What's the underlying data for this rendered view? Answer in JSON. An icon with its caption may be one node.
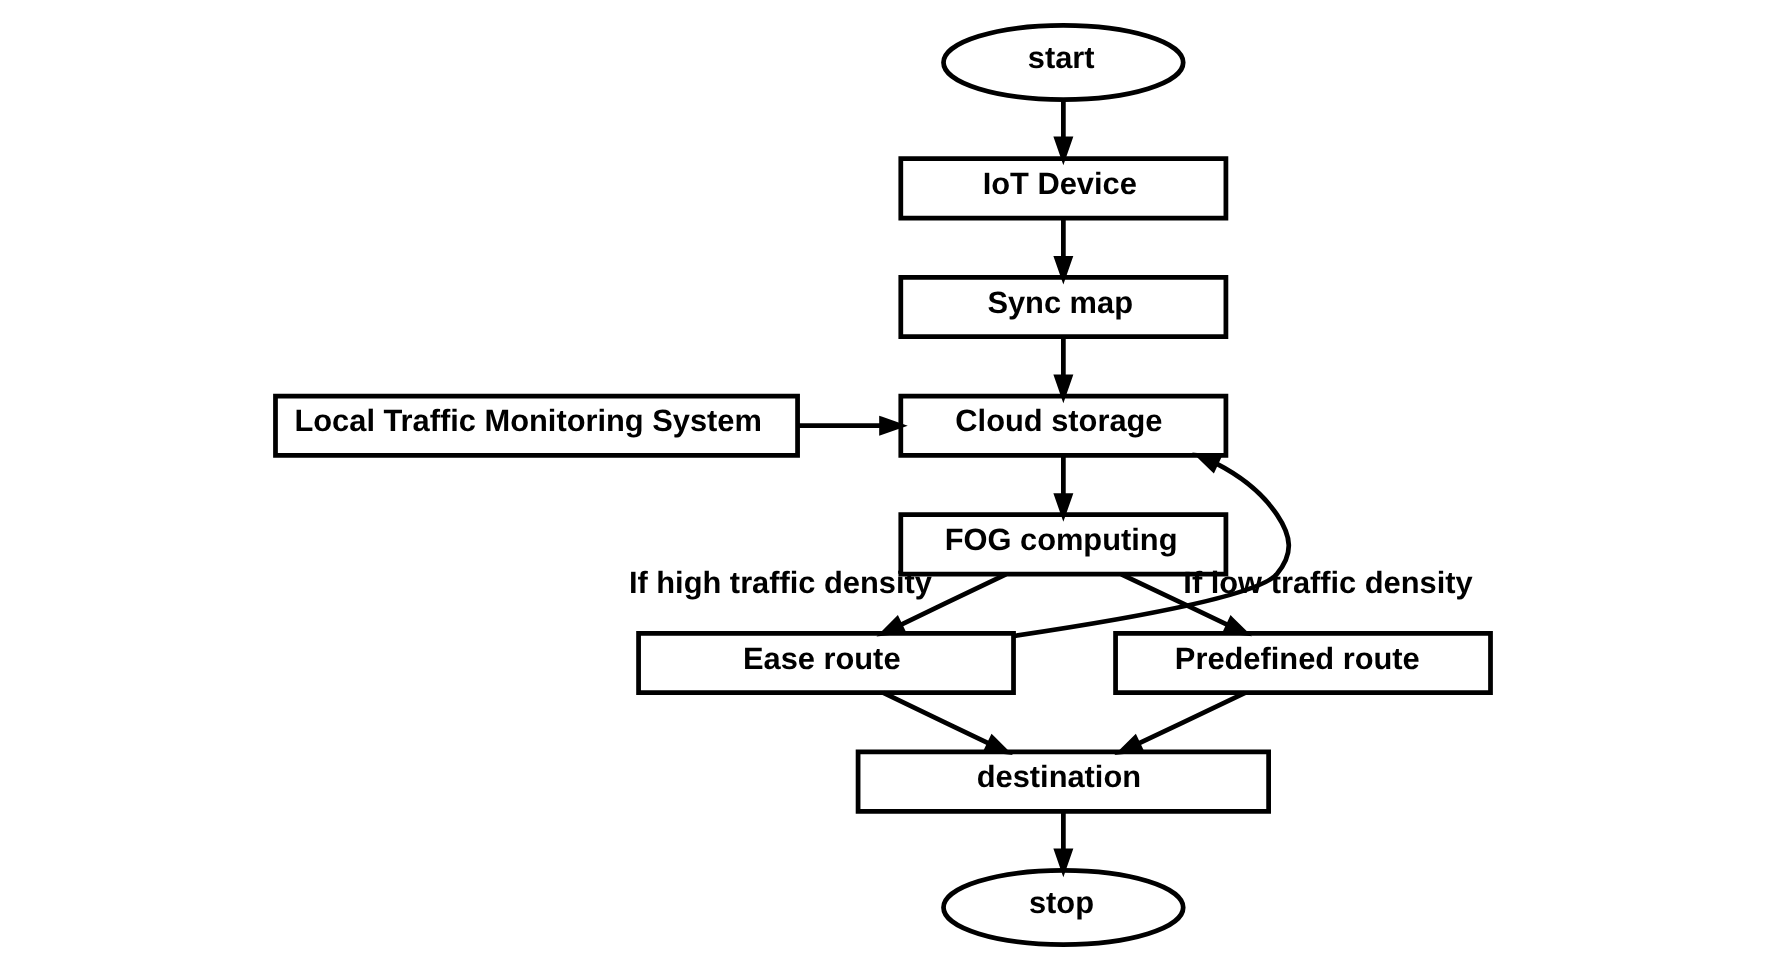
{
  "diagram": {
    "nodes": [
      {
        "text": [
          "start"
        ]
      },
      {
        "text": [
          "IoT Device"
        ]
      },
      {
        "text": [
          "Sync map"
        ]
      },
      {
        "text": [
          "Cloud storage"
        ]
      },
      {
        "text": [
          "Local Traffic Monitoring System"
        ]
      },
      {
        "text": [
          "FOG computing"
        ]
      },
      {
        "text": [
          "Ease route"
        ]
      },
      {
        "text": [
          "Predefined route"
        ]
      },
      {
        "text": [
          "destination"
        ]
      },
      {
        "text": [
          "stop"
        ]
      }
    ],
    "edges": [
      {
        "from": 0,
        "to": 1,
        "arrow": "to"
      },
      {
        "from": 1,
        "to": 2,
        "arrow": "to"
      },
      {
        "from": 2,
        "to": 3,
        "arrow": "to"
      },
      {
        "from": 4,
        "to": 3,
        "arrow": "to"
      },
      {
        "from": 3,
        "to": 5,
        "arrow": "to"
      },
      {
        "from": 5,
        "to": 6,
        "arrow": "to",
        "label": "If high traffic density"
      },
      {
        "from": 5,
        "to": 7,
        "arrow": "to",
        "label": "If low traffic density"
      },
      {
        "from": 6,
        "to": 3,
        "arrow": "to"
      },
      {
        "from": 6,
        "to": 8,
        "arrow": "to"
      },
      {
        "from": 7,
        "to": 8,
        "arrow": "to"
      },
      {
        "from": 8,
        "to": 9,
        "arrow": "to"
      }
    ]
  }
}
